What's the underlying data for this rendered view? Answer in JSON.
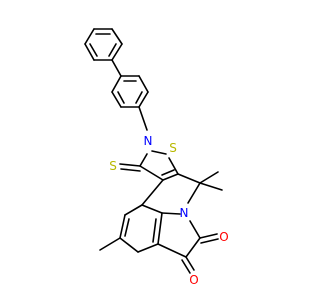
{
  "structure": {
    "atoms": {
      "N_thiazole": {
        "symbol": "N",
        "color": "#0000ff"
      },
      "S_thiazole": {
        "symbol": "S",
        "color": "#b8b800"
      },
      "S_thione": {
        "symbol": "S",
        "color": "#b8b800"
      },
      "N_pyrrole": {
        "symbol": "N",
        "color": "#0000ff"
      },
      "O_upper": {
        "symbol": "O",
        "color": "#ff0000"
      },
      "O_lower": {
        "symbol": "O",
        "color": "#ff0000"
      }
    },
    "bond_color": "#000000",
    "background": "#ffffff"
  }
}
